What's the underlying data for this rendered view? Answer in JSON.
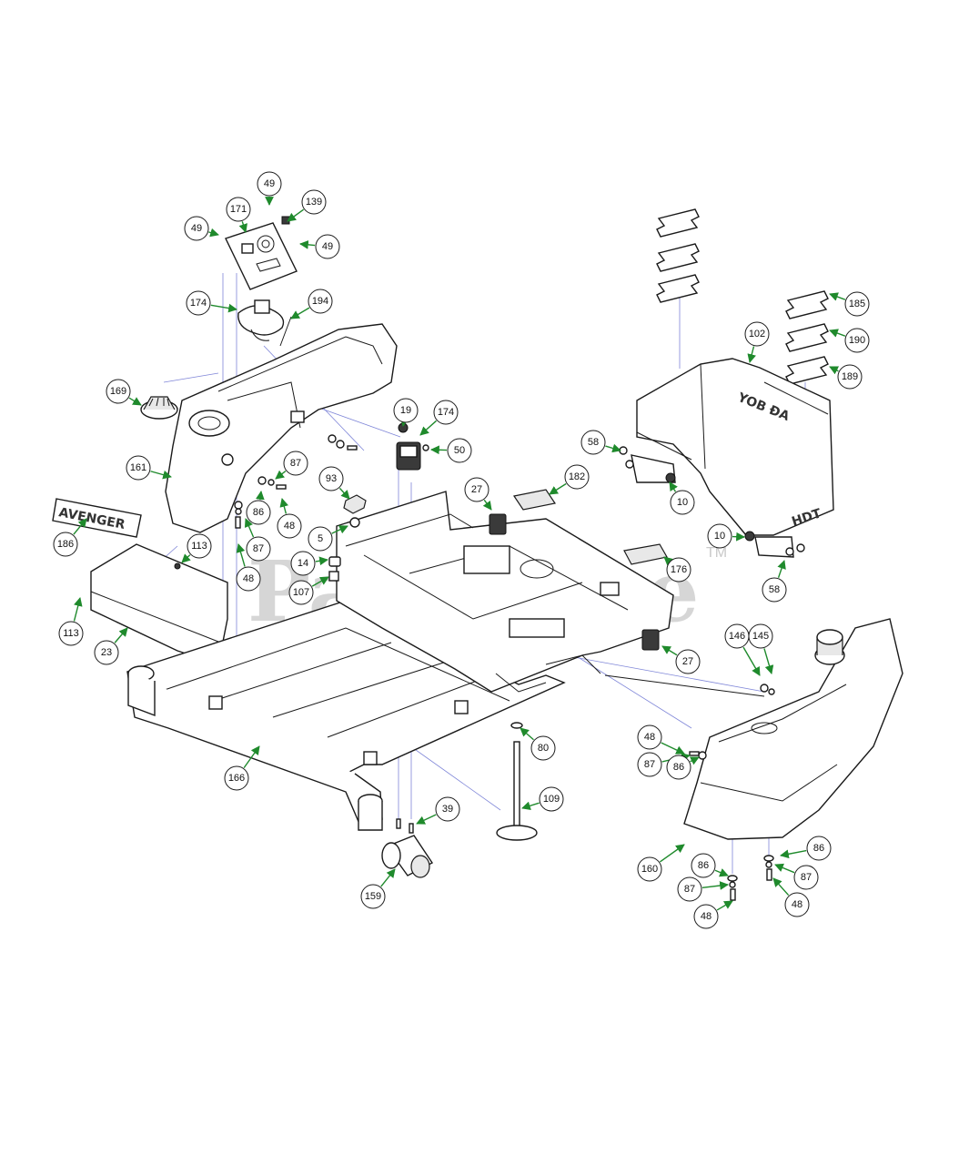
{
  "watermark": {
    "text": "PartsTree",
    "tm": "TM"
  },
  "decals": {
    "frame_brand": "AVENGER",
    "fender_brand": "YOB ĐA",
    "fender_code": "HDT"
  },
  "colors": {
    "callout_fill": "#ffffff",
    "callout_stroke": "#1a1a1a",
    "arrow": "#1f8a2c",
    "guide_line": "#7f86d8"
  },
  "callouts": [
    {
      "label": "49"
    },
    {
      "label": "139"
    },
    {
      "label": "171"
    },
    {
      "label": "49"
    },
    {
      "label": "49"
    },
    {
      "label": "174"
    },
    {
      "label": "194"
    },
    {
      "label": "169"
    },
    {
      "label": "161"
    },
    {
      "label": "186"
    },
    {
      "label": "87"
    },
    {
      "label": "86"
    },
    {
      "label": "48"
    },
    {
      "label": "87"
    },
    {
      "label": "48"
    },
    {
      "label": "113"
    },
    {
      "label": "113"
    },
    {
      "label": "23"
    },
    {
      "label": "93"
    },
    {
      "label": "5"
    },
    {
      "label": "14"
    },
    {
      "label": "107"
    },
    {
      "label": "19"
    },
    {
      "label": "174"
    },
    {
      "label": "50"
    },
    {
      "label": "27"
    },
    {
      "label": "182"
    },
    {
      "label": "58"
    },
    {
      "label": "10"
    },
    {
      "label": "102"
    },
    {
      "label": "185"
    },
    {
      "label": "190"
    },
    {
      "label": "189"
    },
    {
      "label": "10"
    },
    {
      "label": "58"
    },
    {
      "label": "176"
    },
    {
      "label": "27"
    },
    {
      "label": "146"
    },
    {
      "label": "145"
    },
    {
      "label": "48"
    },
    {
      "label": "87"
    },
    {
      "label": "86"
    },
    {
      "label": "80"
    },
    {
      "label": "109"
    },
    {
      "label": "166"
    },
    {
      "label": "39"
    },
    {
      "label": "159"
    },
    {
      "label": "160"
    },
    {
      "label": "86"
    },
    {
      "label": "87"
    },
    {
      "label": "48"
    },
    {
      "label": "86"
    },
    {
      "label": "87"
    },
    {
      "label": "48"
    }
  ]
}
